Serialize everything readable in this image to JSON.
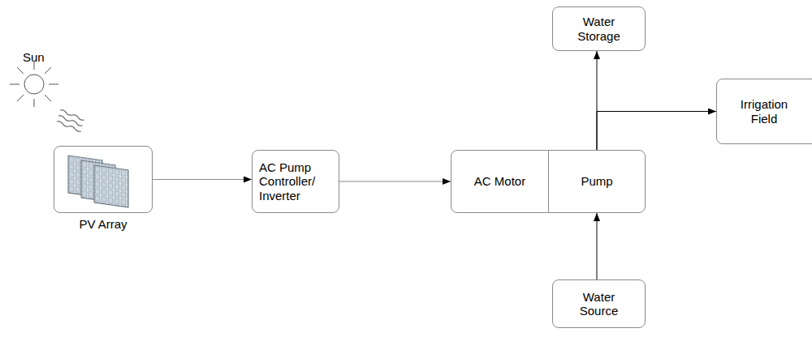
{
  "diagram": {
    "nodes": [
      {
        "text": [
          "PV Array"
        ]
      },
      {
        "text": [
          "AC Pump Controller/ Inverter"
        ]
      },
      {
        "text": [
          "AC Motor"
        ]
      },
      {
        "text": [
          "Pump"
        ]
      },
      {
        "text": [
          "Water Storage"
        ]
      },
      {
        "text": [
          "Irrigation Field"
        ]
      },
      {
        "text": [
          "Water Source"
        ]
      }
    ],
    "edges": [
      {
        "from": 0,
        "to": 1,
        "arrow": "to"
      },
      {
        "from": 1,
        "to": 2,
        "arrow": "to"
      },
      {
        "from": 6,
        "to": 3,
        "arrow": "to"
      },
      {
        "from": 3,
        "to": 4,
        "arrow": "to"
      },
      {
        "from": 3,
        "to": 5,
        "arrow": "to"
      }
    ],
    "labels": [
      "Sun"
    ]
  }
}
